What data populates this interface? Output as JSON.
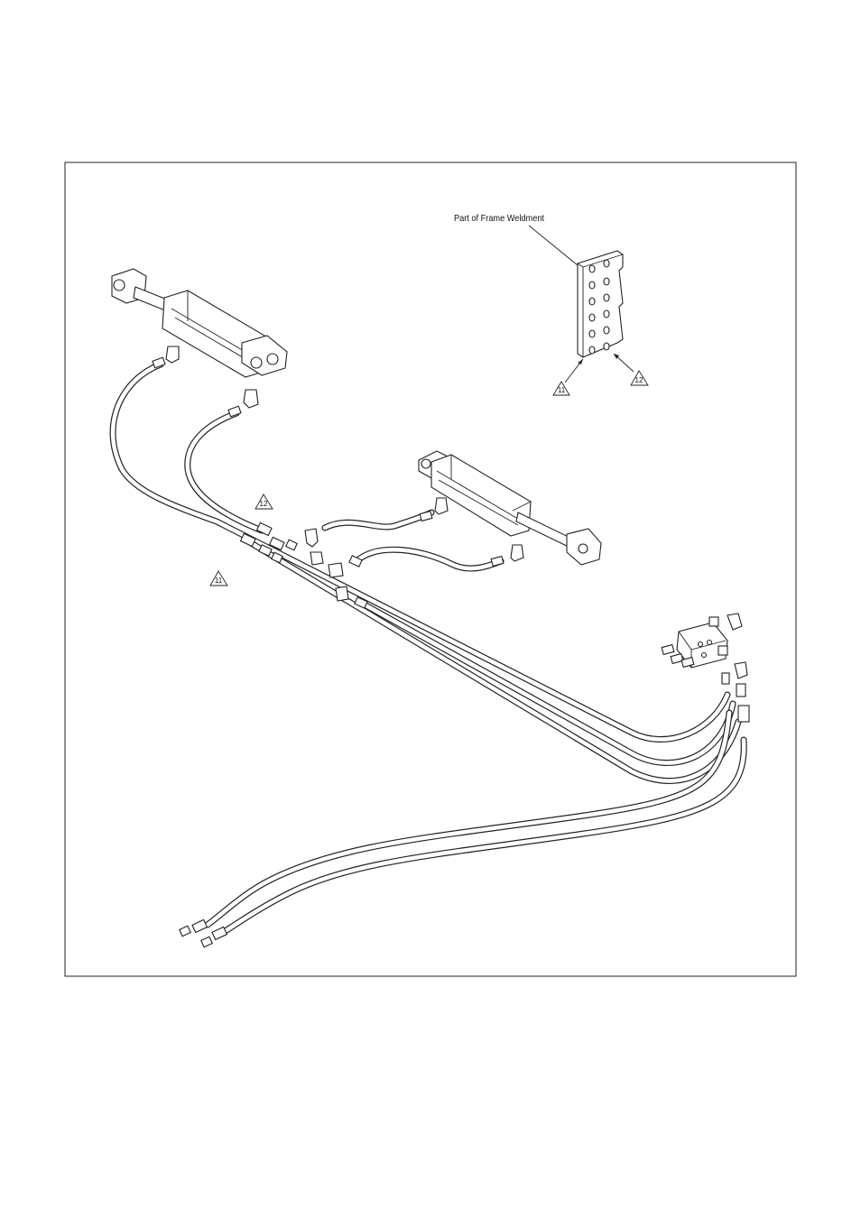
{
  "callouts": {
    "frame_label": "Part of Frame Weldment",
    "item_11": "11",
    "item_12": "12"
  },
  "colors": {
    "line": "#222222",
    "background": "#ffffff"
  }
}
